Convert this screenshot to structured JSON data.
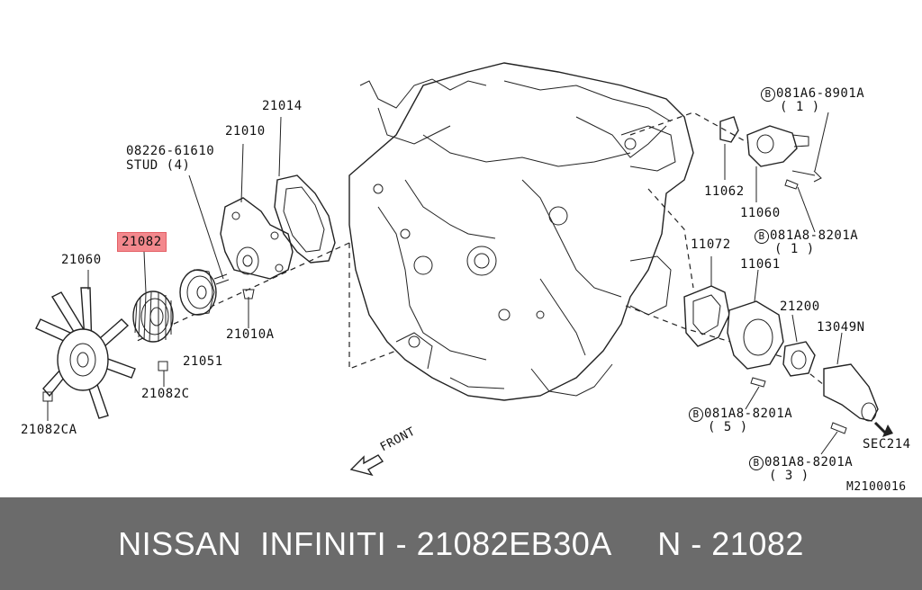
{
  "diagram": {
    "labels": {
      "p21014": "21014",
      "p21010": "21010",
      "p08226": "08226-61610",
      "stud": "STUD (4)",
      "p21082": "21082",
      "p21060": "21060",
      "p21051": "21051",
      "p21010A": "21010A",
      "p21082C": "21082C",
      "p21082CA": "21082CA",
      "b1_code": "081A6-8901A",
      "b1_qty": "( 1 )",
      "p11062": "11062",
      "p11060": "11060",
      "b2_code": "081A8-8201A",
      "b2_qty": "( 1 )",
      "p11072": "11072",
      "p11061": "11061",
      "p21200": "21200",
      "p13049N": "13049N",
      "b3_code": "081A8-8201A",
      "b3_qty": "( 5 )",
      "sec214": "SEC214",
      "b4_code": "081A8-8201A",
      "b4_qty": "( 3 )",
      "front": "FRONT",
      "diagram_id": "M2100016",
      "bolt_marker": "B"
    },
    "highlight_color": "#f3888d"
  },
  "footer": {
    "text": "NISSAN  INFINITI - 21082EB30A     N - 21082",
    "background": "#6b6b6b",
    "text_color": "#ffffff"
  }
}
